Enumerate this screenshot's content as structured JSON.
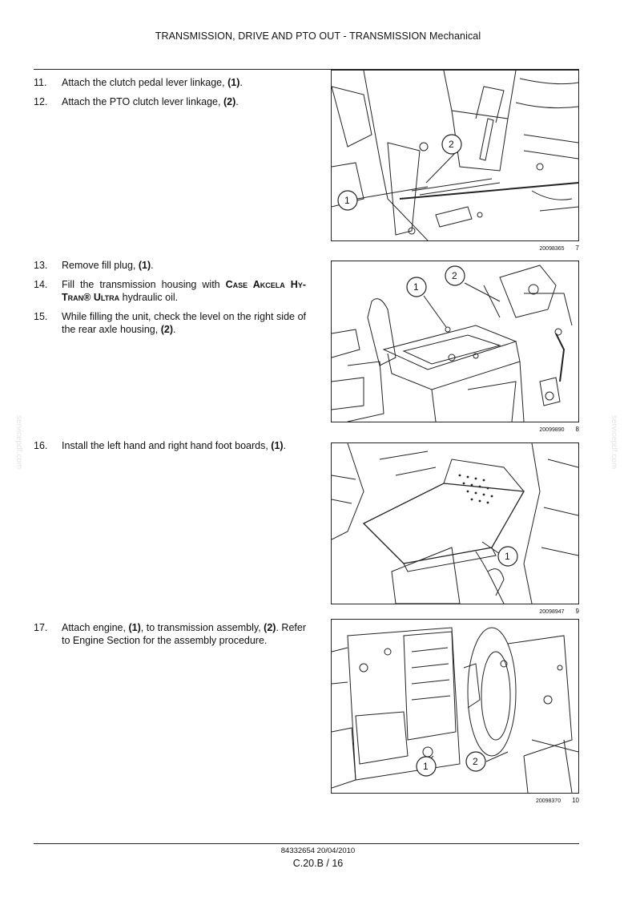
{
  "header": {
    "title": "TRANSMISSION, DRIVE AND PTO OUT - TRANSMISSION Mechanical"
  },
  "steps": [
    {
      "num": "11.",
      "text_before": "Attach the clutch pedal lever linkage, ",
      "bold": "(1)",
      "text_after": "."
    },
    {
      "num": "12.",
      "text_before": "Attach the PTO clutch lever linkage, ",
      "bold": "(2)",
      "text_after": "."
    },
    {
      "num": "13.",
      "text_before": "Remove fill plug, ",
      "bold": "(1)",
      "text_after": "."
    },
    {
      "num": "14.",
      "text_before": "Fill the transmission housing with ",
      "brand": "Case Akcela Hy-Tran® Ultra",
      "text_after": " hydraulic oil."
    },
    {
      "num": "15.",
      "text_before": "While filling the unit, check the level on the right side of the rear axle housing, ",
      "bold": "(2)",
      "text_after": "."
    },
    {
      "num": "16.",
      "text_before": "Install the left hand and right hand foot boards, ",
      "bold": "(1)",
      "text_after": "."
    },
    {
      "num": "17.",
      "text_before": "Attach engine, ",
      "bold": "(1)",
      "text_mid": ", to transmission assembly, ",
      "bold2": "(2)",
      "text_after": ". Refer to Engine Section for the assembly procedure."
    }
  ],
  "figures": [
    {
      "id": "20098365",
      "num": "7",
      "callouts": [
        "1",
        "2"
      ]
    },
    {
      "id": "20099890",
      "num": "8",
      "callouts": [
        "1",
        "2"
      ]
    },
    {
      "id": "20098947",
      "num": "9",
      "callouts": [
        "1"
      ]
    },
    {
      "id": "20098370",
      "num": "10",
      "callouts": [
        "1",
        "2"
      ]
    }
  ],
  "footer": {
    "docref": "84332654 20/04/2010",
    "pageno": "C.20.B / 16"
  },
  "watermark": "servicepdf.com"
}
